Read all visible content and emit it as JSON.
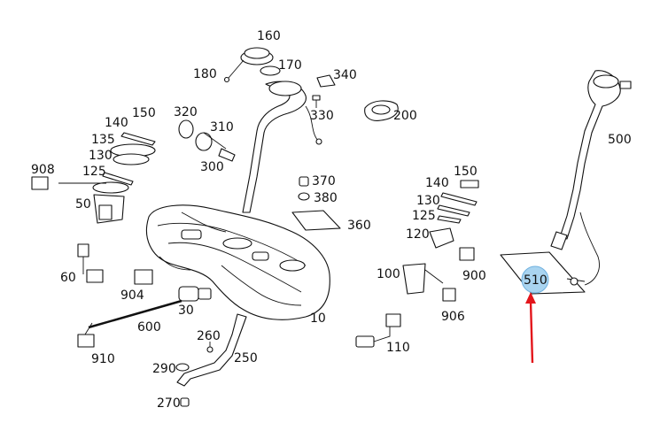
{
  "diagram": {
    "labels": [
      {
        "id": "l160",
        "text": "160"
      },
      {
        "id": "l170",
        "text": "170"
      },
      {
        "id": "l180",
        "text": "180"
      },
      {
        "id": "l340",
        "text": "340"
      },
      {
        "id": "l330",
        "text": "330"
      },
      {
        "id": "l200",
        "text": "200"
      },
      {
        "id": "l150a",
        "text": "150"
      },
      {
        "id": "l140a",
        "text": "140"
      },
      {
        "id": "l135",
        "text": "135"
      },
      {
        "id": "l130a",
        "text": "130"
      },
      {
        "id": "l125a",
        "text": "125"
      },
      {
        "id": "l908",
        "text": "908"
      },
      {
        "id": "l50",
        "text": "50"
      },
      {
        "id": "l320",
        "text": "320"
      },
      {
        "id": "l310",
        "text": "310"
      },
      {
        "id": "l300",
        "text": "300"
      },
      {
        "id": "l370",
        "text": "370"
      },
      {
        "id": "l380",
        "text": "380"
      },
      {
        "id": "l360",
        "text": "360"
      },
      {
        "id": "l500",
        "text": "500"
      },
      {
        "id": "l150b",
        "text": "150"
      },
      {
        "id": "l140b",
        "text": "140"
      },
      {
        "id": "l130b",
        "text": "130"
      },
      {
        "id": "l125b",
        "text": "125"
      },
      {
        "id": "l120",
        "text": "120"
      },
      {
        "id": "l900",
        "text": "900"
      },
      {
        "id": "l60",
        "text": "60"
      },
      {
        "id": "l904",
        "text": "904"
      },
      {
        "id": "l30",
        "text": "30"
      },
      {
        "id": "l10",
        "text": "10"
      },
      {
        "id": "l100",
        "text": "100"
      },
      {
        "id": "l906",
        "text": "906"
      },
      {
        "id": "l510",
        "text": "510"
      },
      {
        "id": "l600",
        "text": "600"
      },
      {
        "id": "l260",
        "text": "260"
      },
      {
        "id": "l250",
        "text": "250"
      },
      {
        "id": "l110",
        "text": "110"
      },
      {
        "id": "l910",
        "text": "910"
      },
      {
        "id": "l290",
        "text": "290"
      },
      {
        "id": "l270",
        "text": "270"
      }
    ],
    "highlighted_label": "510",
    "highlight_color": "#a9d4f0",
    "arrow_color": "#e3151b"
  }
}
